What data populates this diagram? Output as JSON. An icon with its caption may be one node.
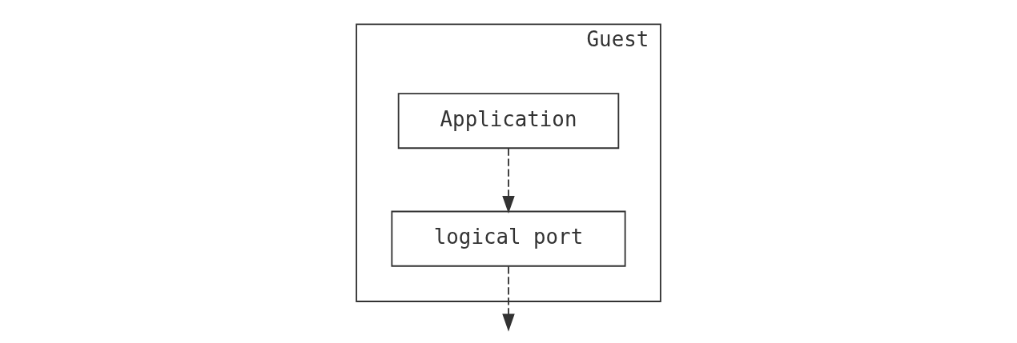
{
  "diagram": {
    "nodes": [
      {
        "text": [
          "Guest"
        ]
      },
      {
        "text": [
          "Application"
        ],
        "in": 0
      },
      {
        "text": [
          "logical port"
        ],
        "in": 0
      }
    ],
    "edges": [
      {
        "from": 1,
        "to": 2,
        "arrow": "to",
        "style": "dashed"
      },
      {
        "from": 2,
        "to": null,
        "arrow": "to",
        "style": "dashed"
      }
    ]
  }
}
